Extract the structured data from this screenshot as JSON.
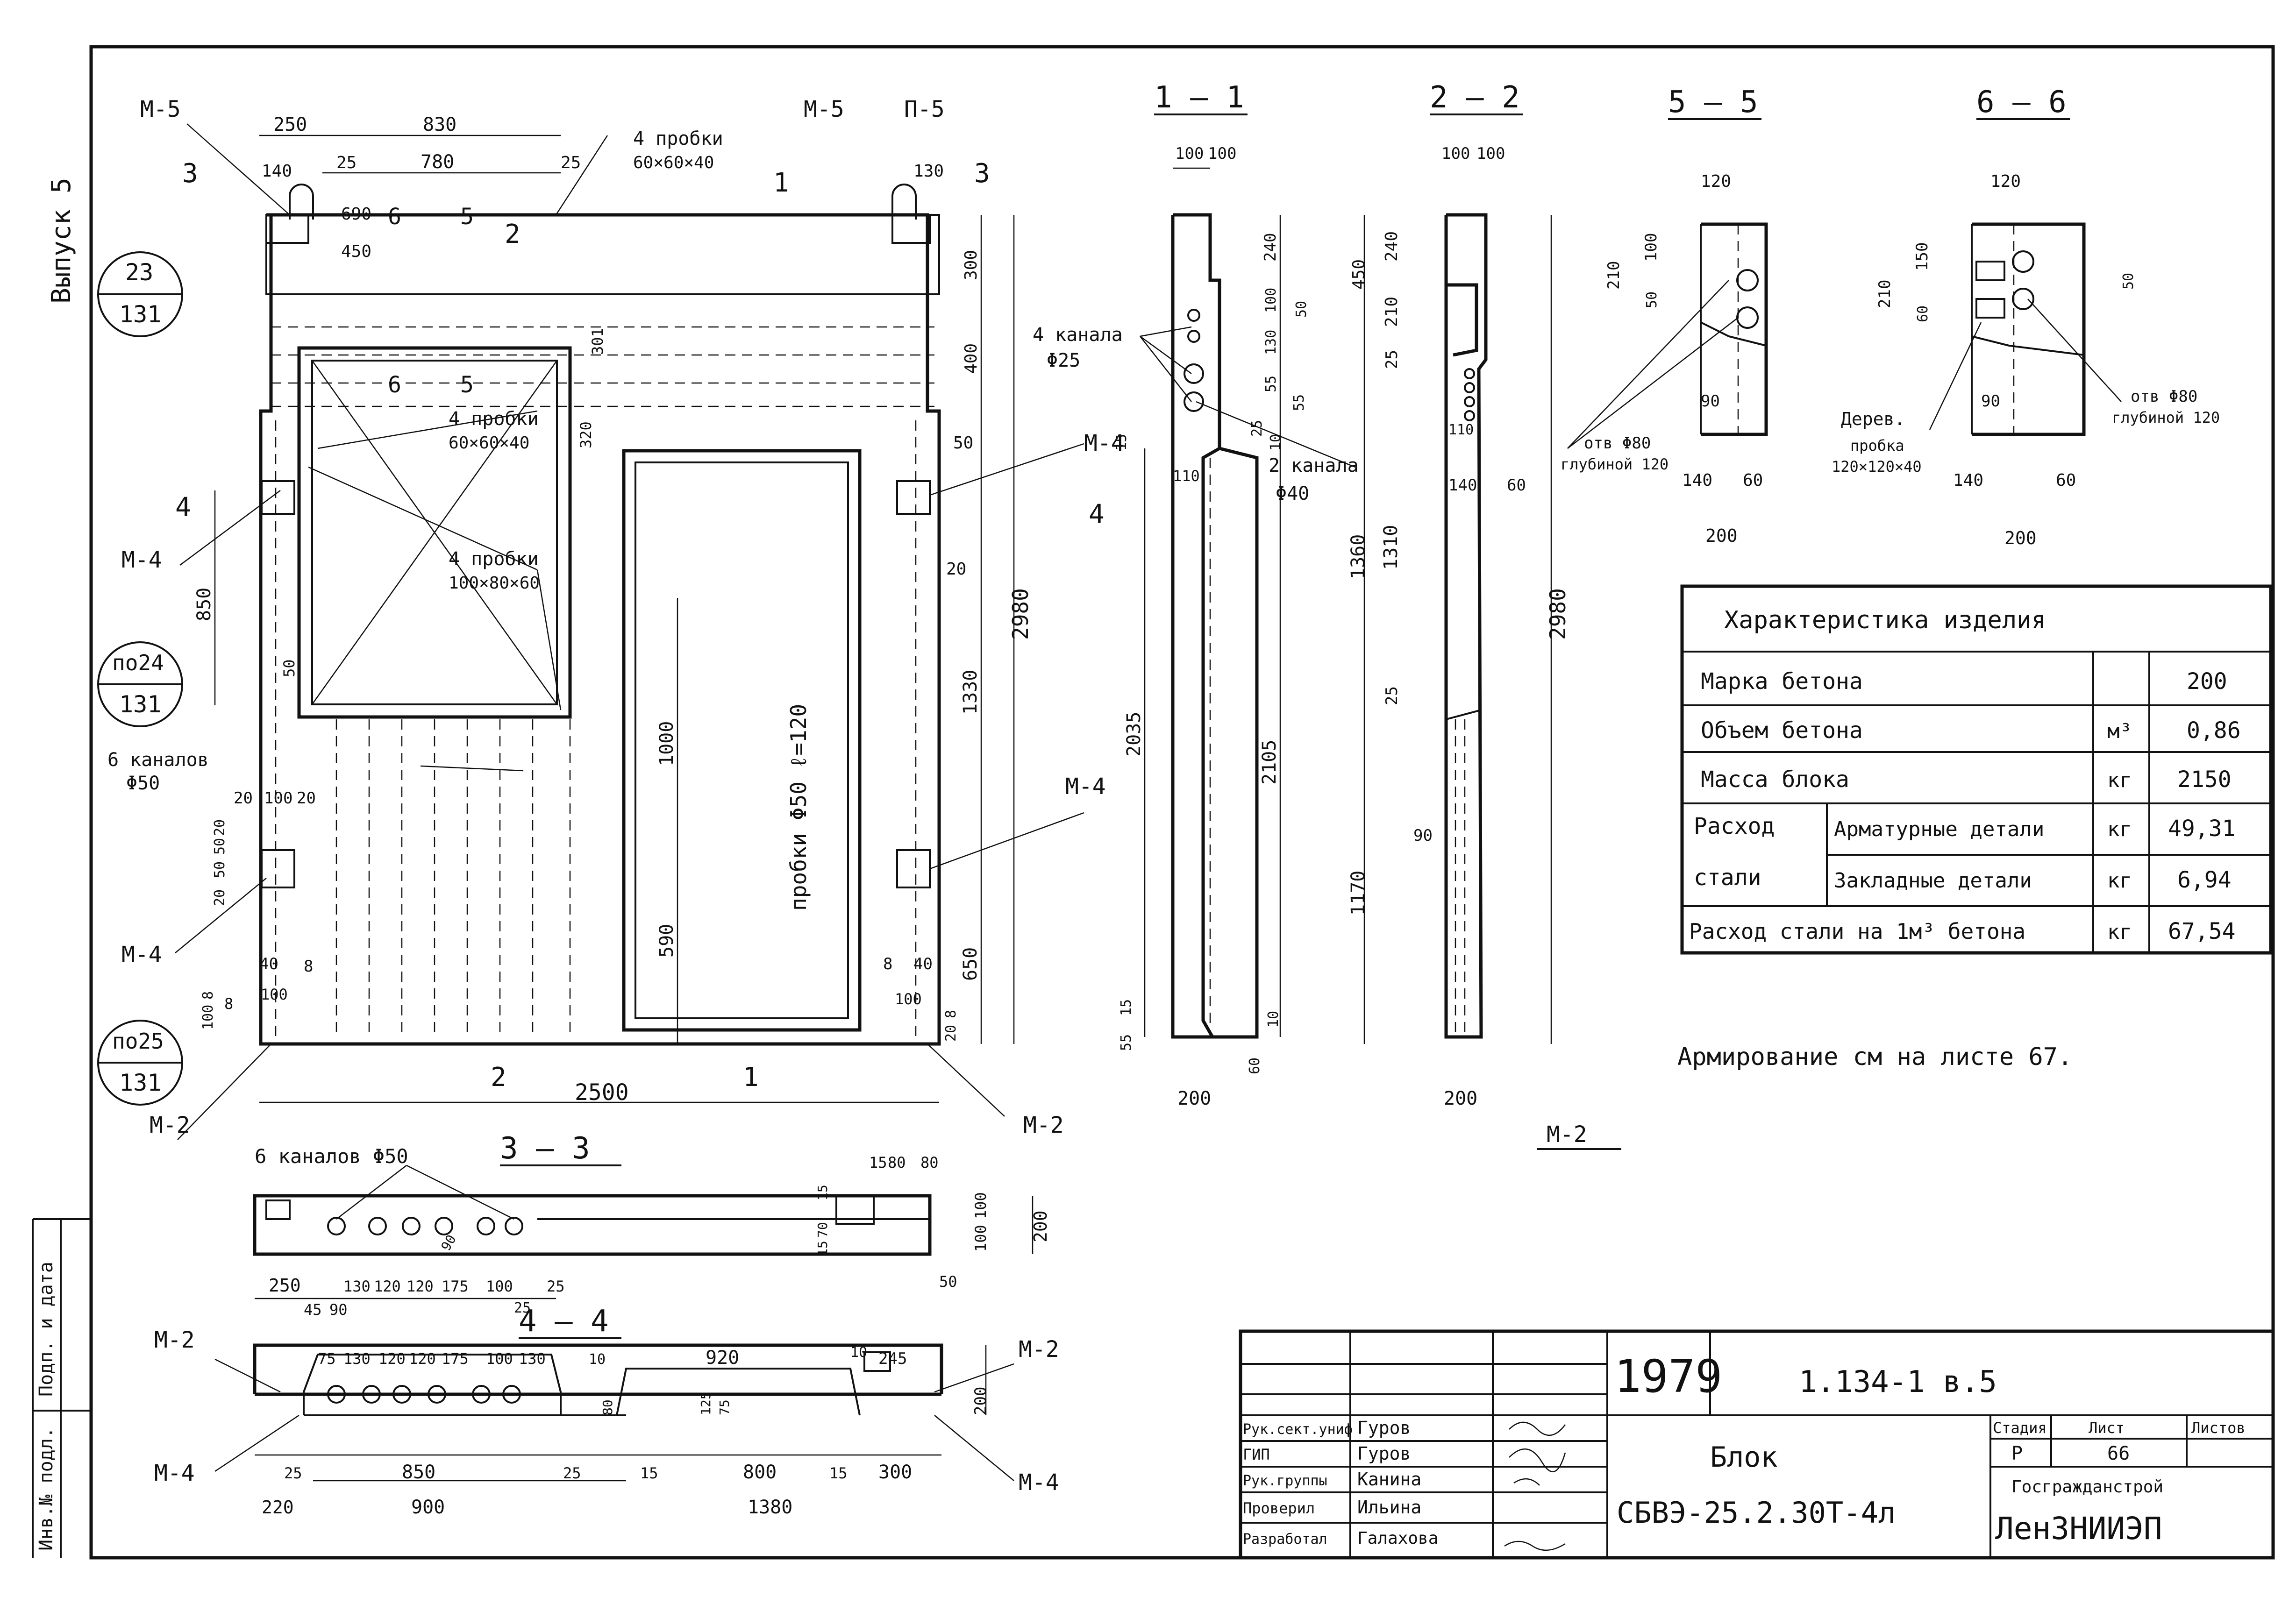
{
  "side": {
    "issue": "Выпуск 5",
    "sign_date": "Подп. и дата",
    "inv_no": "Инв.№ подл."
  },
  "views": {
    "main": {
      "labels": [
        "М-5",
        "П-5",
        "М-5",
        "М-4",
        "М-4",
        "М-4",
        "М-4",
        "М-2",
        "М-2"
      ],
      "pads": {
        "p1": "4 пробки",
        "p1s": "60×60×40",
        "p2": "4 пробки",
        "p2s": "60×60×40",
        "p3": "4 пробки",
        "p3s": "100×80×60",
        "p4": "пробки Φ50 ℓ=120"
      },
      "channels": {
        "c6": "6 каналов",
        "c6d": "Φ50"
      },
      "circles": [
        {
          "top": "23",
          "bottom": "131"
        },
        {
          "top": "по24",
          "bottom": "131"
        },
        {
          "top": "по25",
          "bottom": "131"
        }
      ],
      "section_marks": [
        "1",
        "2",
        "3",
        "3",
        "4",
        "5",
        "5",
        "6",
        "6",
        "2",
        "1",
        "4"
      ],
      "dims": [
        "250",
        "830",
        "25",
        "780",
        "25",
        "140",
        "690",
        "130",
        "450",
        "300",
        "400",
        "301",
        "320",
        "50",
        "850",
        "50",
        "1330",
        "2980",
        "20",
        "650",
        "1000",
        "590",
        "2500",
        "20",
        "100",
        "20",
        "20",
        "50",
        "50",
        "20",
        "40",
        "8",
        "8",
        "40",
        "100",
        "8",
        "100",
        "8",
        "100",
        "8",
        "20"
      ]
    },
    "s1": {
      "title": "1 — 1",
      "notes": {
        "k4": "4 канала",
        "k4d": "Φ25",
        "k2": "2 канала",
        "k2d": "Φ40"
      },
      "dims": [
        "100",
        "100",
        "240",
        "100",
        "50",
        "130",
        "55",
        "55",
        "25",
        "10",
        "15",
        "110",
        "2035",
        "2105",
        "55",
        "15",
        "10",
        "60",
        "200"
      ]
    },
    "s2": {
      "title": "2 — 2",
      "dims": [
        "100",
        "100",
        "450",
        "240",
        "210",
        "25",
        "110",
        "140",
        "60",
        "1360",
        "1310",
        "2980",
        "25",
        "90",
        "1170",
        "200"
      ],
      "mark": "М-2"
    },
    "s5": {
      "title": "5 — 5",
      "dims": [
        "120",
        "210",
        "100",
        "50",
        "90",
        "140",
        "60",
        "200"
      ],
      "note": "отв Φ80",
      "note2": "глубиной 120"
    },
    "s6": {
      "title": "6 — 6",
      "dims": [
        "120",
        "210",
        "150",
        "60",
        "50",
        "90",
        "140",
        "60",
        "200"
      ],
      "note": "отв Φ80",
      "note2": "глубиной 120",
      "plug": "Дерев.",
      "plug2": "пробка",
      "plug3": "120×120×40"
    },
    "s3": {
      "title": "3 — 3",
      "note": "6 каналов Φ50",
      "dims": [
        "15",
        "80",
        "80",
        "15",
        "70",
        "15",
        "100",
        "100",
        "200",
        "250",
        "130",
        "120",
        "120",
        "175",
        "100",
        "25",
        "45",
        "90",
        "25",
        "50",
        "90"
      ]
    },
    "s4": {
      "title": "4 — 4",
      "labels": [
        "М-2",
        "М-4",
        "М-2",
        "М-4"
      ],
      "dims": [
        "75",
        "130",
        "120",
        "120",
        "175",
        "100",
        "130",
        "10",
        "920",
        "10",
        "245",
        "125",
        "75",
        "80",
        "200",
        "25",
        "850",
        "25",
        "15",
        "800",
        "15",
        "300",
        "220",
        "900",
        "1380"
      ]
    }
  },
  "characteristics": {
    "title": "Характеристика изделия",
    "rows": [
      {
        "label": "Марка бетона",
        "unit": "",
        "value": "200"
      },
      {
        "label": "Объем бетона",
        "unit": "м³",
        "value": "0,86"
      },
      {
        "label": "Масса блока",
        "unit": "кг",
        "value": "2150"
      }
    ],
    "steel": {
      "label1": "Расход",
      "label2": "стали",
      "r1": "Арматурные детали",
      "r1u": "кг",
      "r1v": "49,31",
      "r2": "Закладные детали",
      "r2u": "кг",
      "r2v": "6,94"
    },
    "total": {
      "label": "Расход стали на 1м³ бетона",
      "unit": "кг",
      "value": "67,54"
    }
  },
  "note": "Армирование см на листе 67.",
  "stamp": {
    "year": "1979",
    "series": "1.134-1 в.5",
    "roles": [
      "Рук.сект.униф",
      "ГИП",
      "Рук.группы",
      "Проверил",
      "Разработал"
    ],
    "names": [
      "Гуров",
      "Гуров",
      "Канина",
      "Ильина",
      "Галахова"
    ],
    "title1": "Блок",
    "title2": "СБВЭ-25.2.30Т-4л",
    "stage_h": "Стадия",
    "sheet_h": "Лист",
    "sheets_h": "Листов",
    "stage": "Р",
    "sheet": "66",
    "sheets": "",
    "org1": "Госгражданстрой",
    "org2": "ЛенЗНИИЭП"
  }
}
